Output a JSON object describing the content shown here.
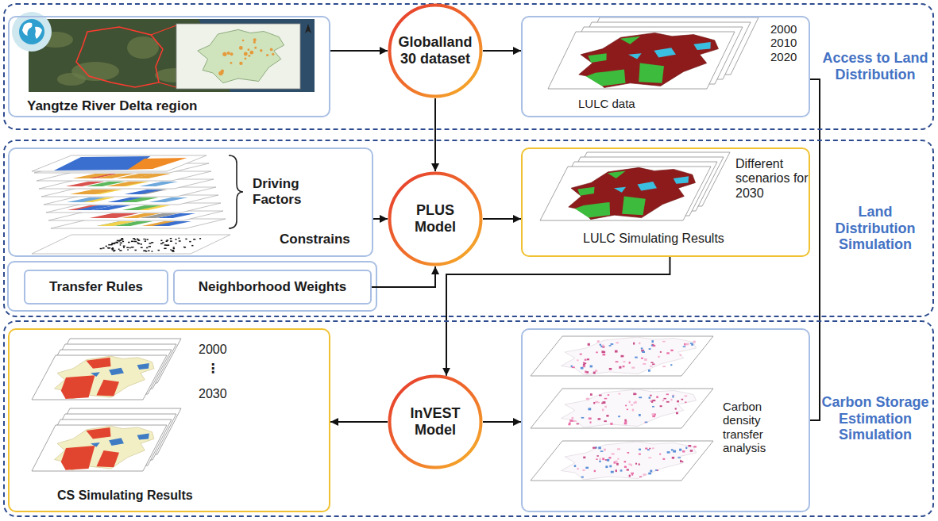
{
  "diagram": {
    "nodes": [
      {
        "text": [
          "Access to Land Distribution"
        ]
      },
      {
        "text": [
          "Yangtze River Delta region"
        ],
        "in": 0
      },
      {
        "text": [
          "Globalland 30 dataset"
        ],
        "in": 0
      },
      {
        "text": [
          "2000 2010 2020",
          "LULC data"
        ],
        "in": 0
      },
      {
        "text": [
          "Land Distribution Simulation"
        ]
      },
      {
        "text": [
          "Driving Factors",
          "Constrains"
        ],
        "in": 4
      },
      {
        "text": [
          "PLUS Model"
        ],
        "in": 4
      },
      {
        "text": [
          "Different scenarios for 2030",
          "LULC Simulating Results"
        ],
        "in": 4
      },
      {
        "text": [
          "Transfer Rules"
        ],
        "in": 4
      },
      {
        "text": [
          "Neighborhood Weights"
        ],
        "in": 4
      },
      {
        "text": [
          "Carbon Storage Estimation Simulation"
        ]
      },
      {
        "text": [
          "2000",
          "⋮",
          "2030",
          "CS Simulating Results"
        ],
        "in": 10
      },
      {
        "text": [
          "InVEST Model"
        ],
        "in": 10
      },
      {
        "text": [
          "Carbon density transfer analysis"
        ],
        "in": 10
      }
    ],
    "edges": [
      {
        "from": 1,
        "to": 2,
        "arrow": "to"
      },
      {
        "from": 2,
        "to": 3,
        "arrow": "to"
      },
      {
        "from": 2,
        "to": 6,
        "arrow": "to"
      },
      {
        "from": 5,
        "to": 6,
        "arrow": "to"
      },
      {
        "from": 6,
        "to": 7,
        "arrow": "to"
      },
      {
        "from": 9,
        "to": 6,
        "arrow": "to"
      },
      {
        "from": 7,
        "to": 12,
        "arrow": "to"
      },
      {
        "from": 12,
        "to": 11,
        "arrow": "to"
      },
      {
        "from": 12,
        "to": 13,
        "arrow": "to"
      },
      {
        "from": 3,
        "to": 13,
        "arrow": "none"
      }
    ]
  }
}
